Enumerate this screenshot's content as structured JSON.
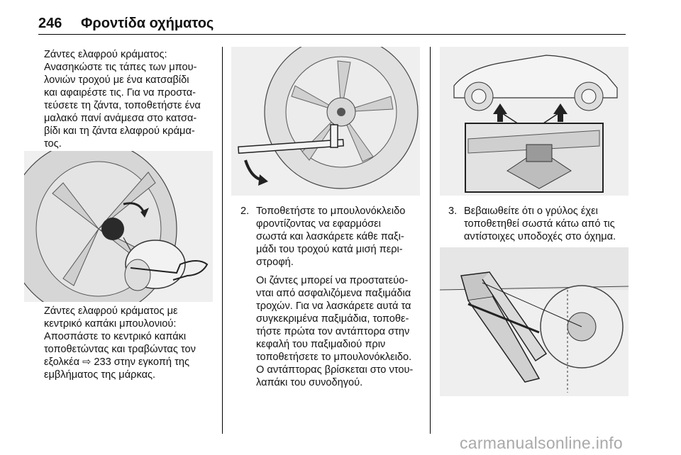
{
  "header": {
    "page_number": "246",
    "title": "Φροντίδα οχήματος"
  },
  "col1": {
    "para1": [
      "Ζάντες ελαφρού κράματος:",
      "Ανασηκώστε τις τάπες των μπου-",
      "λονιών τροχού με ένα κατσαβίδι",
      "και αφαιρέστε τις. Για να προστα-",
      "τεύσετε τη ζάντα, τοποθετήστε ένα",
      "μαλακό πανί ανάμεσα στο κατσα-",
      "βίδι και τη ζάντα ελαφρού κράμα-",
      "τος."
    ],
    "para2": [
      "Ζάντες ελαφρού κράματος με",
      "κεντρικό καπάκι μπουλονιού:",
      "Αποσπάστε το κεντρικό καπάκι",
      "τοποθετώντας και τραβώντας τον",
      "εξολκέα ⇨ 233 στην εγκοπή της",
      "εμβλήματος της μάρκας."
    ]
  },
  "col2": {
    "step_number": "2.",
    "step_lines": [
      "Τοποθετήστε το μπουλονόκλειδο",
      "φροντίζοντας να εφαρμόσει",
      "σωστά και λασκάρετε κάθε παξι-",
      "μάδι του τροχού κατά μισή περι-",
      "στροφή."
    ],
    "note_lines": [
      "Οι ζάντες μπορεί να προστατεύο-",
      "νται από ασφαλιζόμενα παξιμάδια",
      "τροχών. Για να λασκάρετε αυτά τα",
      "συγκεκριμένα παξιμάδια, τοποθε-",
      "τήστε πρώτα τον αντάπτορα στην",
      "κεφαλή του παξιμαδιού πριν",
      "τοποθετήσετε το μπουλονόκλειδο.",
      "Ο αντάπτορας βρίσκεται στο ντου-",
      "λαπάκι του συνοδηγού."
    ]
  },
  "col3": {
    "step_number": "3.",
    "step_lines": [
      "Βεβαιωθείτε ότι ο γρύλος έχει",
      "τοποθετηθεί σωστά κάτω από τις",
      "αντίστοιχες υποδοχές στο όχημα."
    ]
  },
  "footer": {
    "text": "carmanualsonline.info"
  }
}
